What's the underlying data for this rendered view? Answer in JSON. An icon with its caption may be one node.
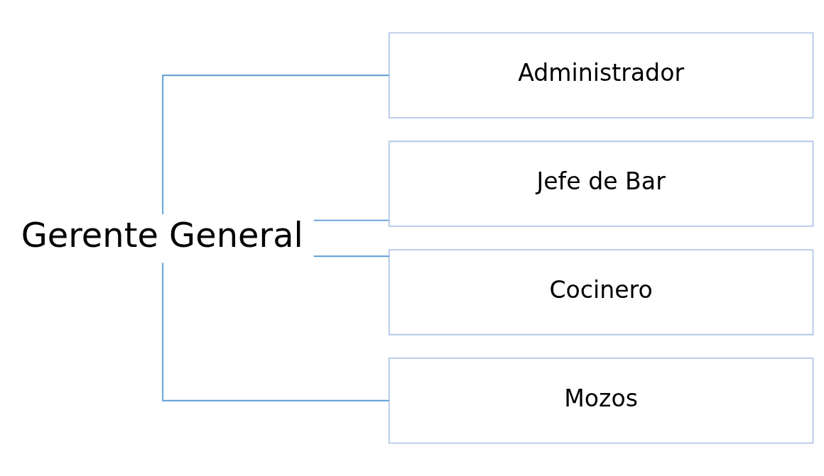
{
  "diagram": {
    "nodes": [
      {
        "text": [
          "Gerente General"
        ]
      },
      {
        "text": [
          "Administrador"
        ]
      },
      {
        "text": [
          "Jefe de Bar"
        ]
      },
      {
        "text": [
          "Cocinero"
        ]
      },
      {
        "text": [
          "Mozos"
        ]
      }
    ],
    "edges": [
      {
        "from": 0,
        "to": 1,
        "arrow": "none"
      },
      {
        "from": 0,
        "to": 2,
        "arrow": "none"
      },
      {
        "from": 0,
        "to": 3,
        "arrow": "none"
      },
      {
        "from": 0,
        "to": 4,
        "arrow": "none"
      }
    ]
  }
}
